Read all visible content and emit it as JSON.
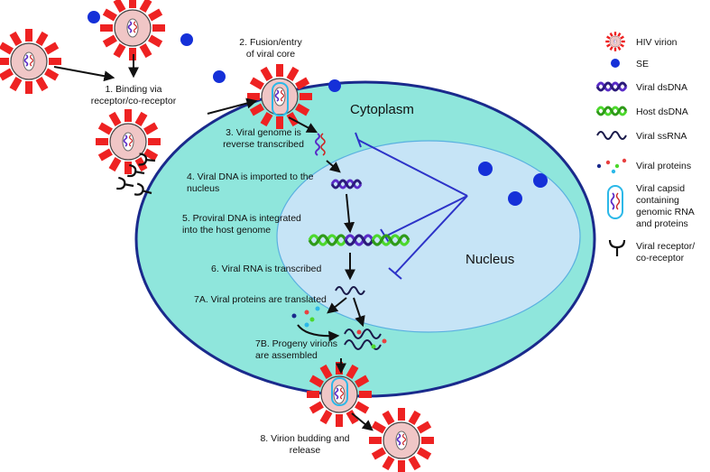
{
  "regions": {
    "cytoplasm": "Cytoplasm",
    "nucleus": "Nucleus"
  },
  "steps": {
    "s1": [
      "1. Binding via",
      "receptor/co-receptor"
    ],
    "s2": [
      "2. Fusion/entry",
      "of viral core"
    ],
    "s3": [
      "3. Viral genome is",
      "reverse transcribed"
    ],
    "s4": [
      "4. Viral DNA is imported to the",
      "nucleus"
    ],
    "s5": [
      "5. Proviral DNA is integrated",
      "into the host genome"
    ],
    "s6": [
      "6. Viral RNA is transcribed"
    ],
    "s7a": [
      "7A. Viral proteins are translated"
    ],
    "s7b": [
      "7B. Progeny virions",
      "are assembled"
    ],
    "s8": [
      "8. Virion budding and",
      "release"
    ]
  },
  "legend": {
    "hiv_virion": "HIV virion",
    "se": "SE",
    "viral_dsdna": "Viral dsDNA",
    "host_dsdna": "Host dsDNA",
    "viral_ssrna": "Viral ssRNA",
    "viral_proteins": "Viral proteins",
    "viral_capsid": [
      "Viral capsid",
      "containing",
      "genomic RNA",
      "and proteins"
    ],
    "viral_receptor": [
      "Viral receptor/",
      "co-receptor"
    ]
  },
  "colors": {
    "cytoplasm_fill": "#8fe6dc",
    "nucleus_fill": "#c6e4f6",
    "membrane": "#1a2a8c",
    "se_dot": "#1530d8",
    "virion_spike": "#ee2222",
    "virion_core": "#f0c6c6",
    "viral_dna": "#5a2bc8",
    "host_dna": "#4cd82c",
    "viral_rna": "#1a1a4a",
    "inhibition": "#2d33c8",
    "capsid_outline": "#2bb8e8"
  }
}
